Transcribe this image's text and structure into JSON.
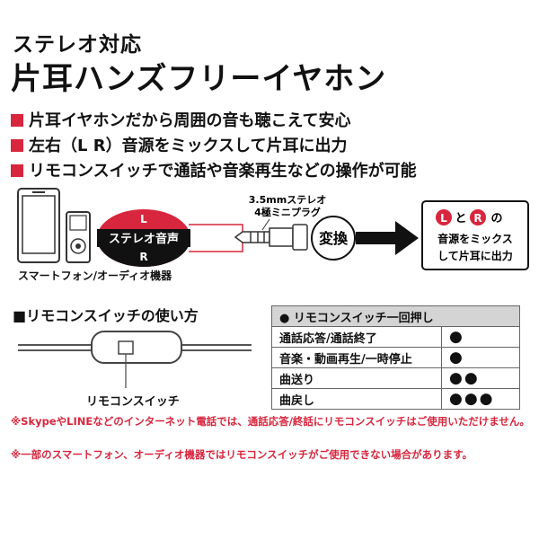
{
  "header": {
    "subtitle": "ステレオ対応",
    "title": "片耳ハンズフリーイヤホン"
  },
  "features": [
    "片耳イヤホンだから周囲の音も聴こえて安心",
    "左右（L R）音源をミックスして片耳に出力",
    "リモコンスイッチで通話や音楽再生などの操作が可能"
  ],
  "diagram": {
    "device_caption": "スマートフォン/オーディオ機器",
    "stereo_L": "L",
    "stereo_label": "ステレオ音声",
    "stereo_R": "R",
    "plug_label_1": "3.5mmステレオ",
    "plug_label_2": "4極ミニプラグ",
    "convert_label": "変換",
    "output_L": "L",
    "output_and": "と",
    "output_R": "R",
    "output_no": "の",
    "output_line2": "音源をミックス",
    "output_line3": "して片耳に出力"
  },
  "remote": {
    "section_title": "■リモコンスイッチの使い方",
    "switch_label": "リモコンスイッチ"
  },
  "table": {
    "header": "● リモコンスイッチ一回押し",
    "rows": [
      {
        "action": "通話応答/通話終了",
        "dots": "●"
      },
      {
        "action": "音楽・動画再生/一時停止",
        "dots": "●"
      },
      {
        "action": "曲送り",
        "dots": "●●"
      },
      {
        "action": "曲戻し",
        "dots": "●●●"
      }
    ]
  },
  "notes": [
    "※SkypeやLINEなどのインターネット電話では、通話応答/終話にリモコンスイッチはご使用いただけません。",
    "※一部のスマートフォン、オーディオ機器ではリモコンスイッチがご使用できない場合があります。"
  ],
  "colors": {
    "accent": "#d7263d",
    "dark": "#111111"
  }
}
